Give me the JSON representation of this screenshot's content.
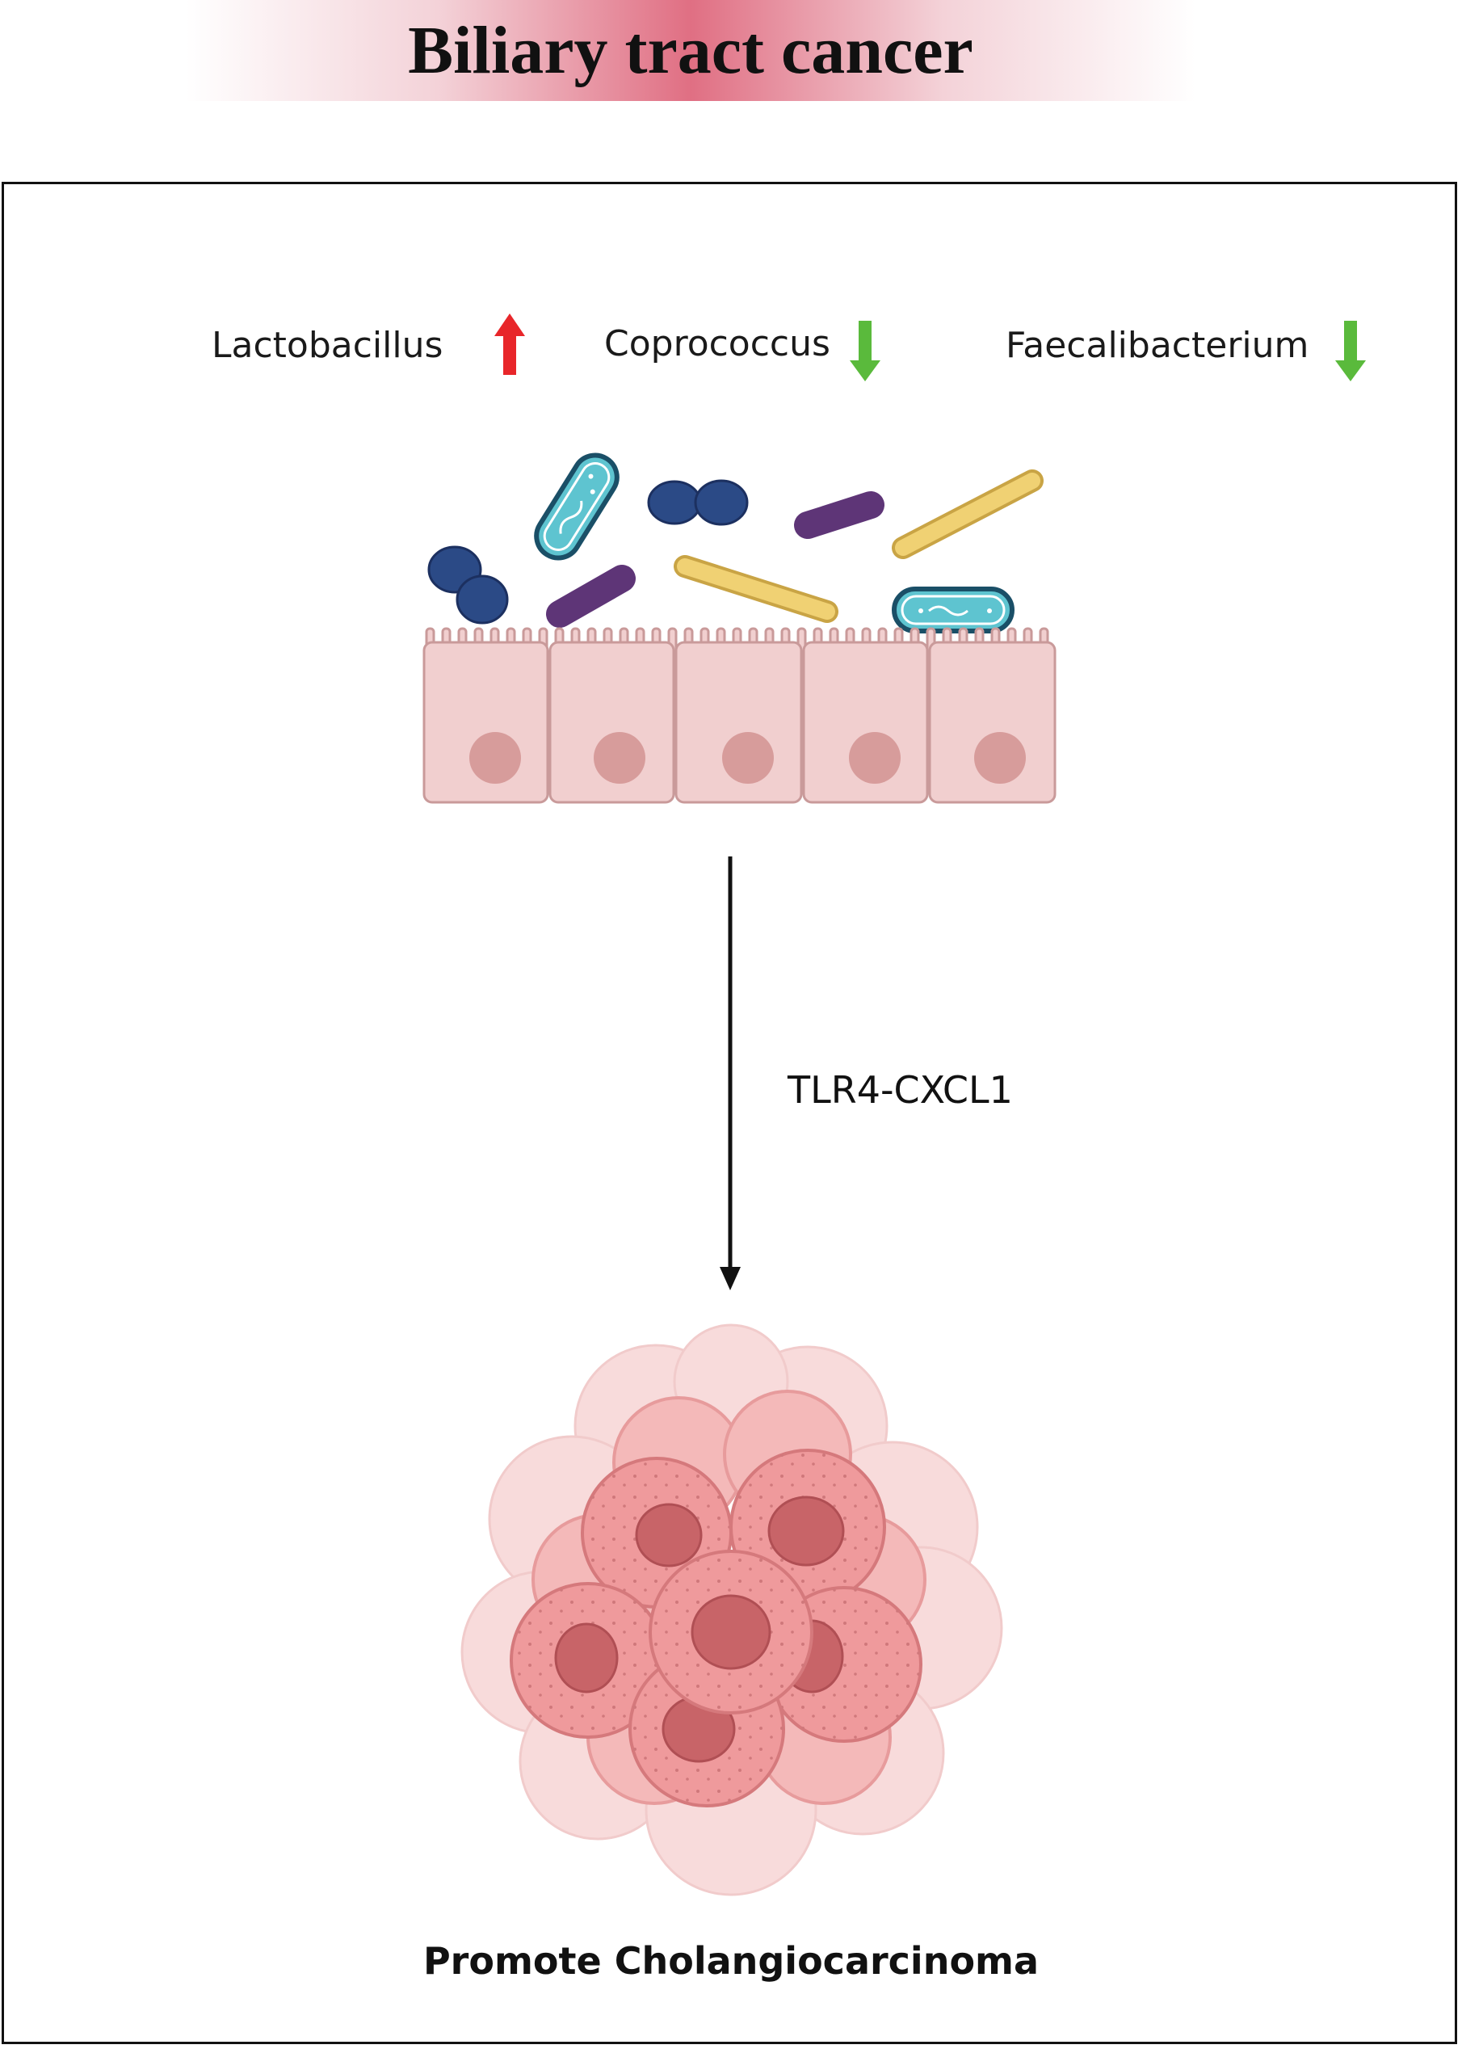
{
  "title": "Biliary tract cancer",
  "taxa": [
    {
      "name": "Lactobacillus",
      "trend": "up",
      "arrow_color": "#e8262a"
    },
    {
      "name": "Coprococcus",
      "trend": "down",
      "arrow_color": "#5aba3c"
    },
    {
      "name": "Faecalibacterium",
      "trend": "down",
      "arrow_color": "#5aba3c"
    }
  ],
  "pathway": "TLR4-CXCL1",
  "outcome": "Promote Cholangiocarcinoma",
  "colors": {
    "title_band": "#e06f83",
    "epithelium": "#f1cfcf",
    "nucleus": "#d79c9b",
    "tumor_cell": "#ef9a9c",
    "tumor_nucleus": "#c86468",
    "coccus": "#2b4a86",
    "rod_purple": "#5e3577",
    "rod_yellow": "#f0d173",
    "rod_cyan": "#5ec4d0"
  }
}
